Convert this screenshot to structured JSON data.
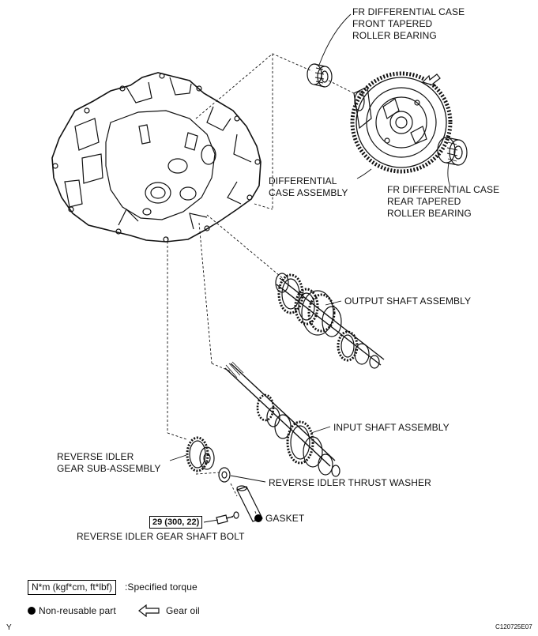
{
  "labels": {
    "front_bearing": [
      "FR DIFFERENTIAL CASE",
      "FRONT TAPERED",
      "ROLLER BEARING"
    ],
    "diff_case": [
      "DIFFERENTIAL",
      "CASE ASSEMBLY"
    ],
    "rear_bearing": [
      "FR DIFFERENTIAL CASE",
      "REAR TAPERED",
      "ROLLER BEARING"
    ],
    "output_shaft": "OUTPUT SHAFT ASSEMBLY",
    "input_shaft": "INPUT SHAFT ASSEMBLY",
    "idler_gear": [
      "REVERSE IDLER",
      "GEAR SUB-ASSEMBLY"
    ],
    "thrust_washer": "REVERSE IDLER THRUST WASHER",
    "gasket": "GASKET",
    "torque_value": "29 (300, 22)",
    "shaft_bolt": "REVERSE IDLER GEAR SHAFT BOLT"
  },
  "legend": {
    "torque_unit": "N*m (kgf*cm, ft*lbf)",
    "torque_text": ":Specified torque",
    "non_reusable": "Non-reusable part",
    "gear_oil": "Gear oil"
  },
  "corner": {
    "left_mark": "Y",
    "figure_id": "C120725E07"
  }
}
